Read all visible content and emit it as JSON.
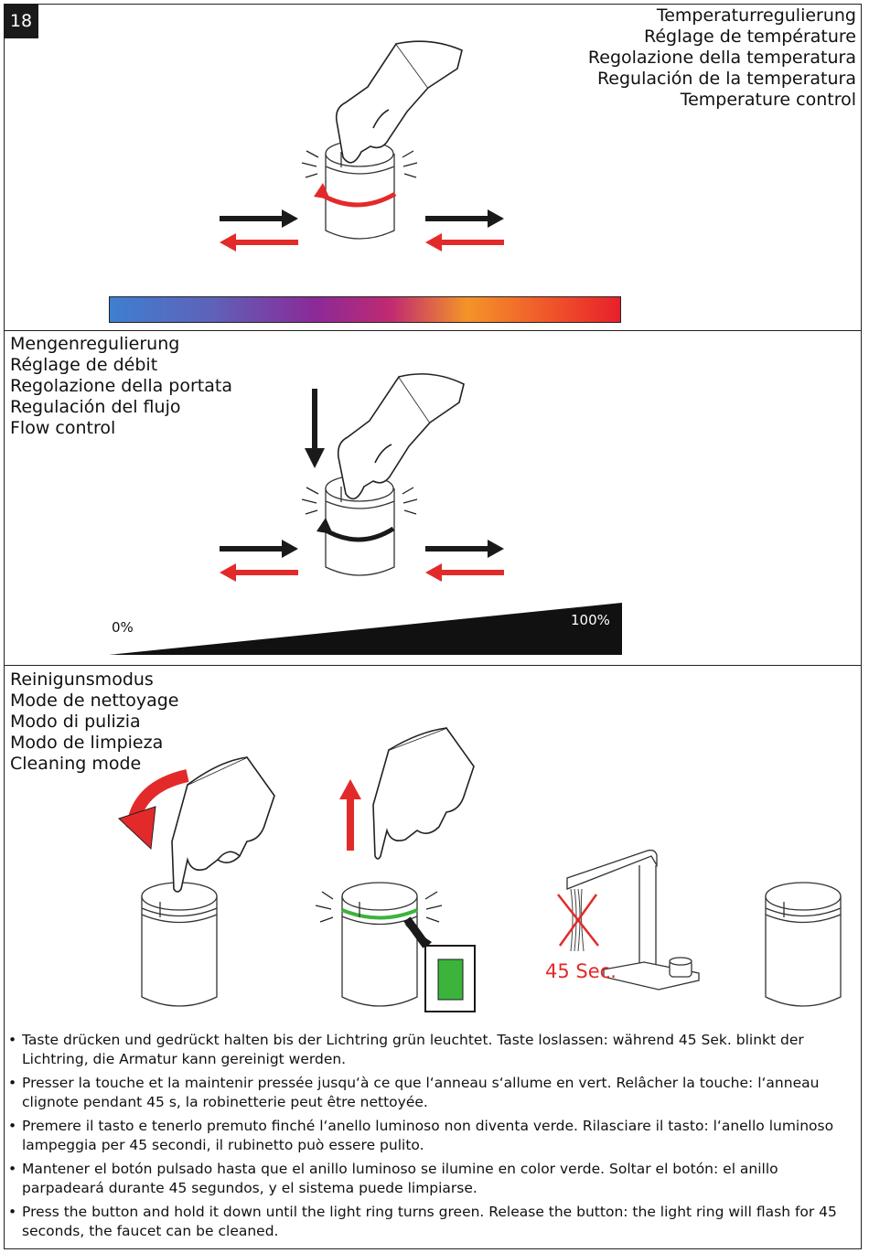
{
  "page": {
    "number": "18"
  },
  "temperature": {
    "titles": [
      "Temperaturregulierung",
      "Réglage de température",
      "Regolazione della temperatura",
      "Regulación de la temperatura",
      "Temperature control"
    ]
  },
  "flow": {
    "titles": [
      "Mengenregulierung",
      "Réglage de débit",
      "Regolazione della portata",
      "Regulación del flujo",
      "Flow control"
    ],
    "min_label": "0%",
    "max_label": "100%"
  },
  "cleaning": {
    "titles": [
      "Reinigunsmodus",
      "Mode de nettoyage",
      "Modo di pulizia",
      "Modo de limpieza",
      "Cleaning mode"
    ],
    "duration_label": "45 Sec.",
    "instructions": [
      "Taste drücken und gedrückt halten bis der Lichtring grün leuchtet. Taste loslassen: während 45 Sek. blinkt der Lichtring, die Armatur kann gereinigt werden.",
      "Presser la touche et la maintenir pressée jusqu‘à ce que l‘anneau s‘allume en vert. Relâcher la touche: l‘anneau clignote pendant 45 s, la robinetterie peut être nettoyée.",
      "Premere il tasto e tenerlo premuto finché l‘anello luminoso non diventa verde. Rilasciare il tasto: l‘anello luminoso lampeggia per 45 secondi, il rubinetto può essere pulito.",
      "Mantener el botón pulsado hasta que el anillo luminoso se ilumine en color verde. Soltar el botón: el anillo parpadeará durante 45 segundos, y el sistema puede limpiarse.",
      "Press the button and hold it down until the light ring turns green. Release the button: the light ring will flash for 45 seconds, the faucet can be cleaned."
    ]
  },
  "colors": {
    "red": "#e32a2a",
    "green": "#3cb43c",
    "black": "#1a1a1a"
  }
}
